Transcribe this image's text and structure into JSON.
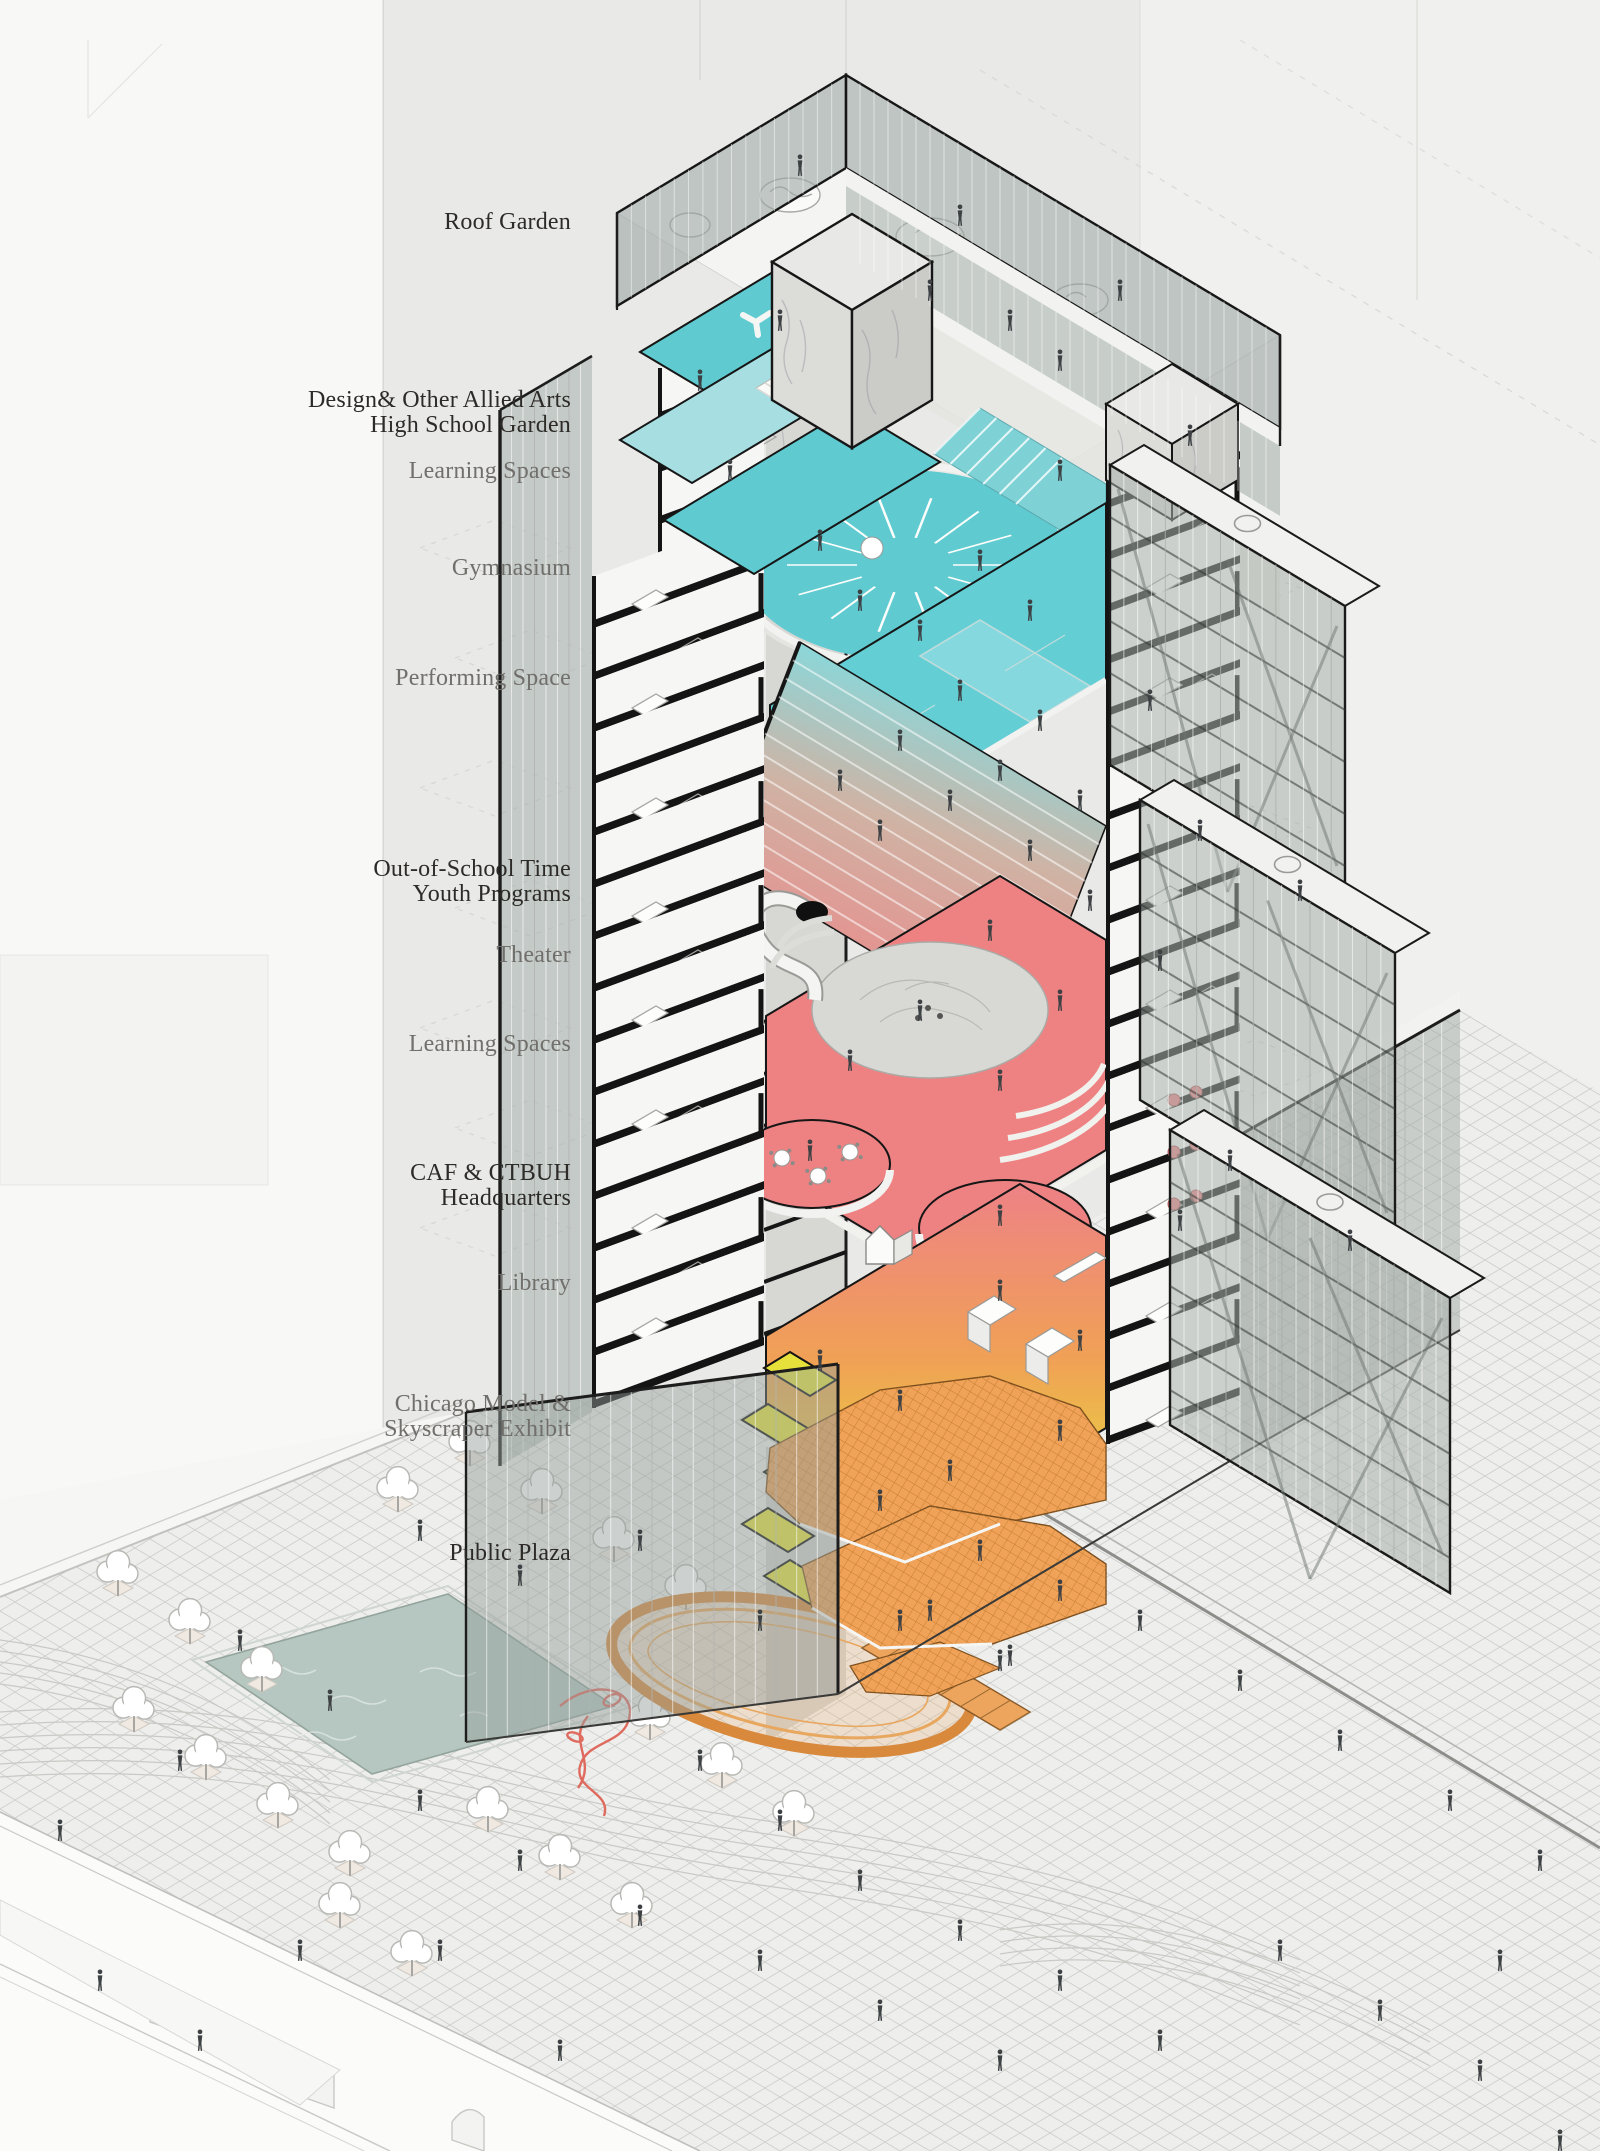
{
  "labels": [
    {
      "id": "roof-garden",
      "text": "Roof Garden",
      "tone": "dark"
    },
    {
      "id": "high-school-garden",
      "text": "Design& Other Allied Arts\nHigh School Garden",
      "tone": "dark"
    },
    {
      "id": "learning-spaces-upper",
      "text": "Learning Spaces",
      "tone": "muted"
    },
    {
      "id": "gymnasium",
      "text": "Gymnasium",
      "tone": "muted"
    },
    {
      "id": "performing-space",
      "text": "Performing Space",
      "tone": "muted"
    },
    {
      "id": "youth-programs",
      "text": "Out-of-School Time\nYouth Programs",
      "tone": "dark"
    },
    {
      "id": "theater",
      "text": "Theater",
      "tone": "muted"
    },
    {
      "id": "learning-spaces-lower",
      "text": "Learning Spaces",
      "tone": "muted"
    },
    {
      "id": "caf-ctbuh",
      "text": "CAF & CTBUH\nHeadquarters",
      "tone": "dark"
    },
    {
      "id": "library",
      "text": "Library",
      "tone": "muted"
    },
    {
      "id": "chicago-model",
      "text": "Chicago Model &\nSkyscraper Exhibit",
      "tone": "muted"
    },
    {
      "id": "public-plaza",
      "text": "Public Plaza",
      "tone": "dark"
    }
  ],
  "palette": {
    "teal": "#5fcbd1",
    "teal_light": "#a6dee1",
    "coral": "#ee8283",
    "orange": "#efa258",
    "yellow": "#e7e23b",
    "pool_green": "#b5c7c0",
    "glass_gray": "#9caaa6",
    "slab_black": "#161616",
    "backdrop_gray": "#e9e9e7",
    "label_dark": "#2d2b28",
    "label_muted": "#716f6b",
    "sculpture_red": "#df6a5e"
  }
}
